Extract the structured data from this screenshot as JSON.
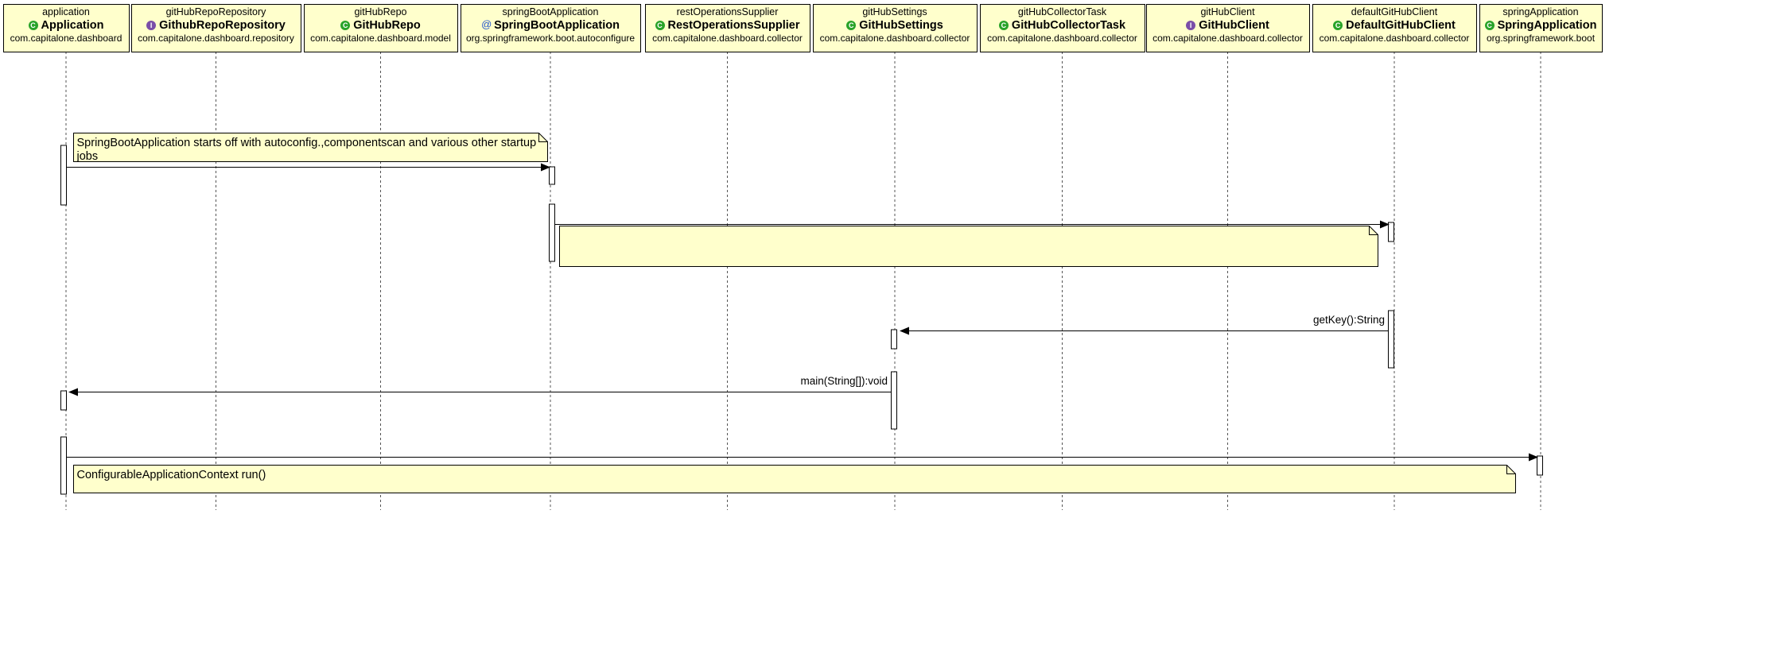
{
  "participants": [
    {
      "instance": "application",
      "type": "Application",
      "package": "com.capitalone.dashboard",
      "kind": "class",
      "icon": "class-icon"
    },
    {
      "instance": "gitHubRepoRepository",
      "type": "GithubRepoRepository",
      "package": "com.capitalone.dashboard.repository",
      "kind": "interface",
      "icon": "interface-icon"
    },
    {
      "instance": "gitHubRepo",
      "type": "GitHubRepo",
      "package": "com.capitalone.dashboard.model",
      "kind": "class",
      "icon": "class-icon"
    },
    {
      "instance": "springBootApplication",
      "type": "SpringBootApplication",
      "package": "org.springframework.boot.autoconfigure",
      "kind": "annotation",
      "icon": "annotation-icon"
    },
    {
      "instance": "restOperationsSupplier",
      "type": "RestOperationsSupplier",
      "package": "com.capitalone.dashboard.collector",
      "kind": "class",
      "icon": "class-icon"
    },
    {
      "instance": "gitHubSettings",
      "type": "GitHubSettings",
      "package": "com.capitalone.dashboard.collector",
      "kind": "class",
      "icon": "class-icon"
    },
    {
      "instance": "gitHubCollectorTask",
      "type": "GitHubCollectorTask",
      "package": "com.capitalone.dashboard.collector",
      "kind": "class",
      "icon": "class-icon"
    },
    {
      "instance": "gitHubClient",
      "type": "GitHubClient",
      "package": "com.capitalone.dashboard.collector",
      "kind": "interface",
      "icon": "interface-icon"
    },
    {
      "instance": "defaultGitHubClient",
      "type": "DefaultGitHubClient",
      "package": "com.capitalone.dashboard.collector",
      "kind": "class",
      "icon": "class-icon"
    },
    {
      "instance": "springApplication",
      "type": "SpringApplication",
      "package": "org.springframework.boot",
      "kind": "class",
      "icon": "class-icon"
    }
  ],
  "notes": [
    {
      "text": "SpringBootApplication starts off with autoconfig.,componentscan and various other startup jobs"
    },
    {
      "text": ""
    },
    {
      "text": "ConfigurableApplicationContext      run()"
    }
  ],
  "messages": [
    {
      "label": "getKey():String"
    },
    {
      "label": "main(String[]):void"
    }
  ],
  "colors": {
    "box_fill": "#ffffcc",
    "note_fill": "#ffffcc",
    "line": "#000000",
    "lifeline": "#555555"
  }
}
